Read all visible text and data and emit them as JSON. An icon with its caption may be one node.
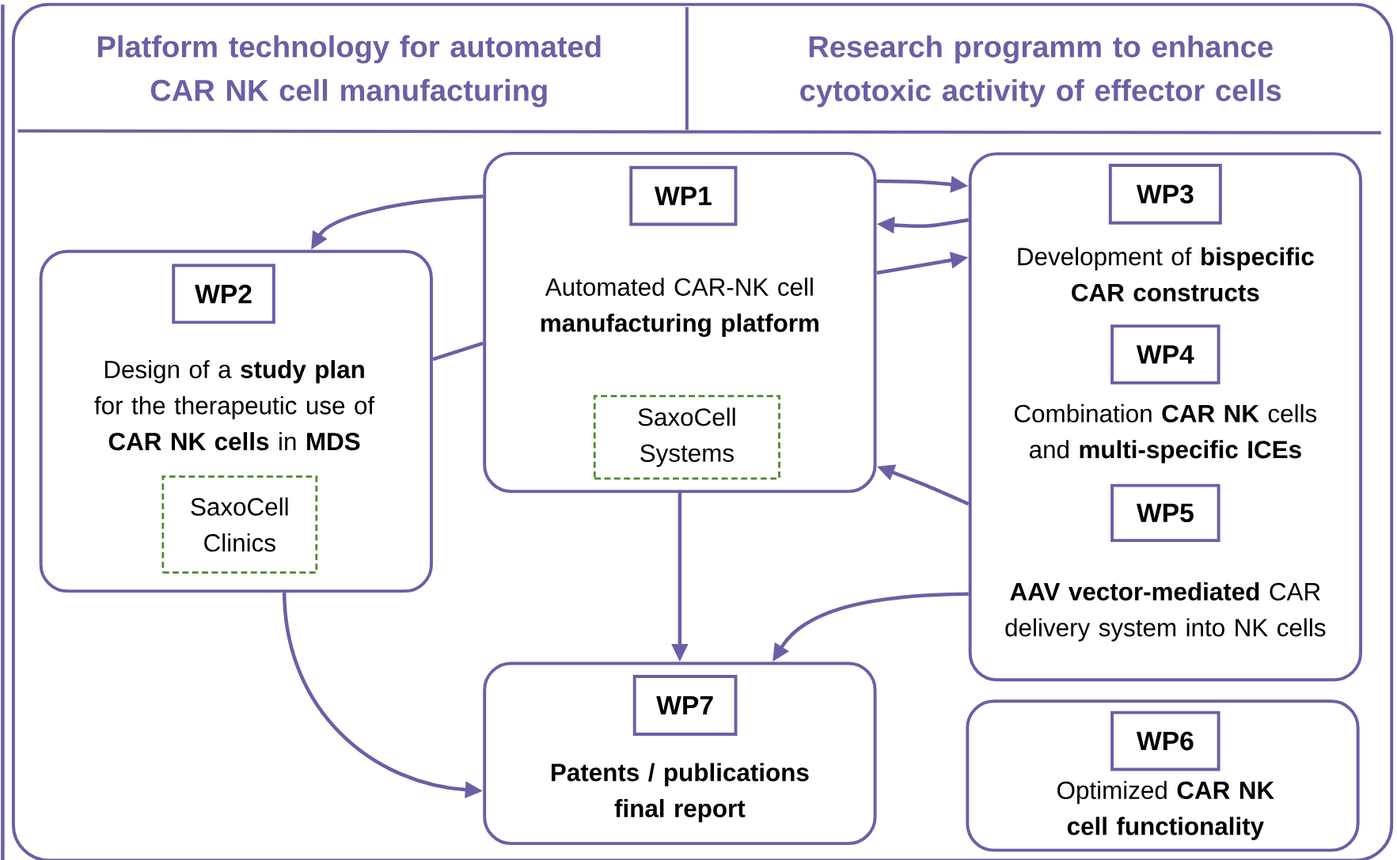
{
  "diagram": {
    "nodes": [
      {
        "text": [
          "Platform technology for automated CAR NK cell manufacturing"
        ]
      },
      {
        "text": [
          "Research programm to enhance cytotoxic activity of effector cells"
        ]
      },
      {
        "text": [
          "Automated CAR-NK cell **manufacturing platform**"
        ]
      },
      {
        "text": [
          "WP1"
        ],
        "in": 2
      },
      {
        "text": [
          "SaxoCell Systems"
        ],
        "in": 2
      },
      {
        "text": [
          "Design of a **study plan** for the therapeutic use of **CAR NK cells** in **MDS**"
        ]
      },
      {
        "text": [
          "WP2"
        ],
        "in": 5
      },
      {
        "text": [
          "SaxoCell Clinics"
        ],
        "in": 5
      },
      {
        "text": [
          "Development of **bispecific CAR constructs**",
          "Combination **CAR NK** cells and **multi-specific ICEs**",
          "**AAV vector-mediated** CAR delivery system into NK cells"
        ]
      },
      {
        "text": [
          "WP3"
        ],
        "in": 8
      },
      {
        "text": [
          "WP4"
        ],
        "in": 8
      },
      {
        "text": [
          "WP5"
        ],
        "in": 8
      },
      {
        "text": [
          "Patents / publications final report"
        ]
      },
      {
        "text": [
          "WP7"
        ],
        "in": 12
      },
      {
        "text": [
          "Optimized **CAR NK cell functionality**"
        ]
      },
      {
        "text": [
          "WP6"
        ],
        "in": 14
      }
    ],
    "edges": [
      {
        "from": 2,
        "to": 5,
        "arrow": "to"
      },
      {
        "from": 5,
        "to": 2,
        "arrow": "none"
      },
      {
        "from": 2,
        "to": 8,
        "arrow": "to"
      },
      {
        "from": 8,
        "to": 2,
        "arrow": "to"
      },
      {
        "from": 2,
        "to": 8,
        "arrow": "to"
      },
      {
        "from": 8,
        "to": 2,
        "arrow": "to"
      },
      {
        "from": 2,
        "to": 12,
        "arrow": "to"
      },
      {
        "from": 8,
        "to": 12,
        "arrow": "to"
      },
      {
        "from": 5,
        "to": 12,
        "arrow": "to"
      }
    ]
  }
}
